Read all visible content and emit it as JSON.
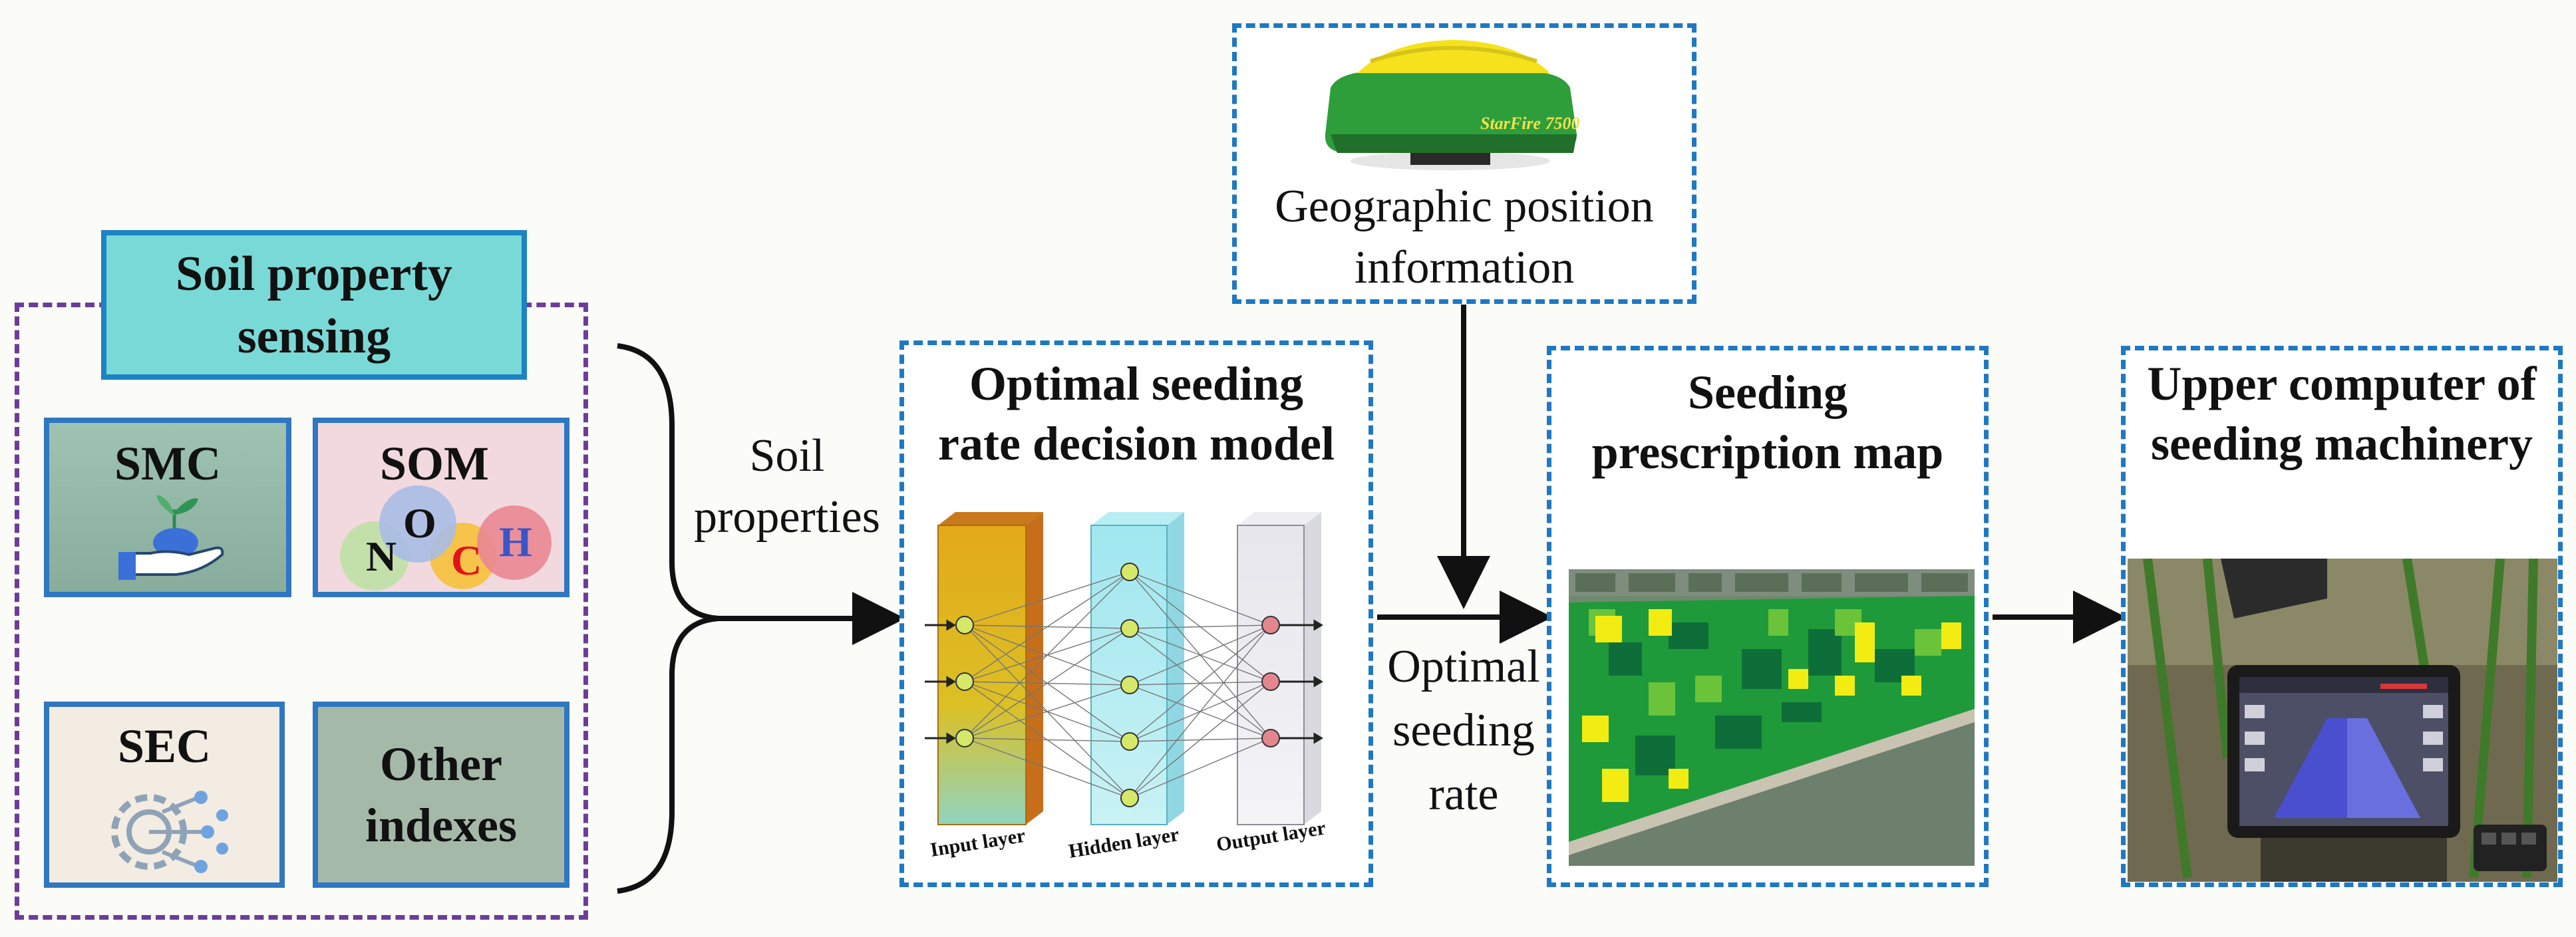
{
  "soil_sensing": {
    "title_line1": "Soil property",
    "title_line2": "sensing",
    "tiles": {
      "smc": "SMC",
      "som": "SOM",
      "som_elements": [
        "N",
        "O",
        "C",
        "H"
      ],
      "sec": "SEC",
      "other_line1": "Other",
      "other_line2": "indexes"
    }
  },
  "soil_properties_label": {
    "line1": "Soil",
    "line2": "properties"
  },
  "model": {
    "title_line1": "Optimal seeding",
    "title_line2": "rate decision model",
    "layers": [
      "Input layer",
      "Hidden layer",
      "Output layer"
    ]
  },
  "gps": {
    "device_brand": "StarFire 7500",
    "label_line1": "Geographic position",
    "label_line2": "information"
  },
  "rate_label": {
    "line1": "Optimal",
    "line2": "seeding",
    "line3": "rate"
  },
  "prescription": {
    "title_line1": "Seeding",
    "title_line2": "prescription map"
  },
  "upper_computer": {
    "title_line1": "Upper computer of",
    "title_line2": "seeding machinery"
  },
  "colors": {
    "purple_dash": "#6b3c98",
    "blue_dash": "#1f78c2",
    "title_fill": "#79d9d6",
    "element_N": "#111111",
    "element_O": "#111111",
    "element_C": "#e31414",
    "element_H": "#3a55c8"
  }
}
